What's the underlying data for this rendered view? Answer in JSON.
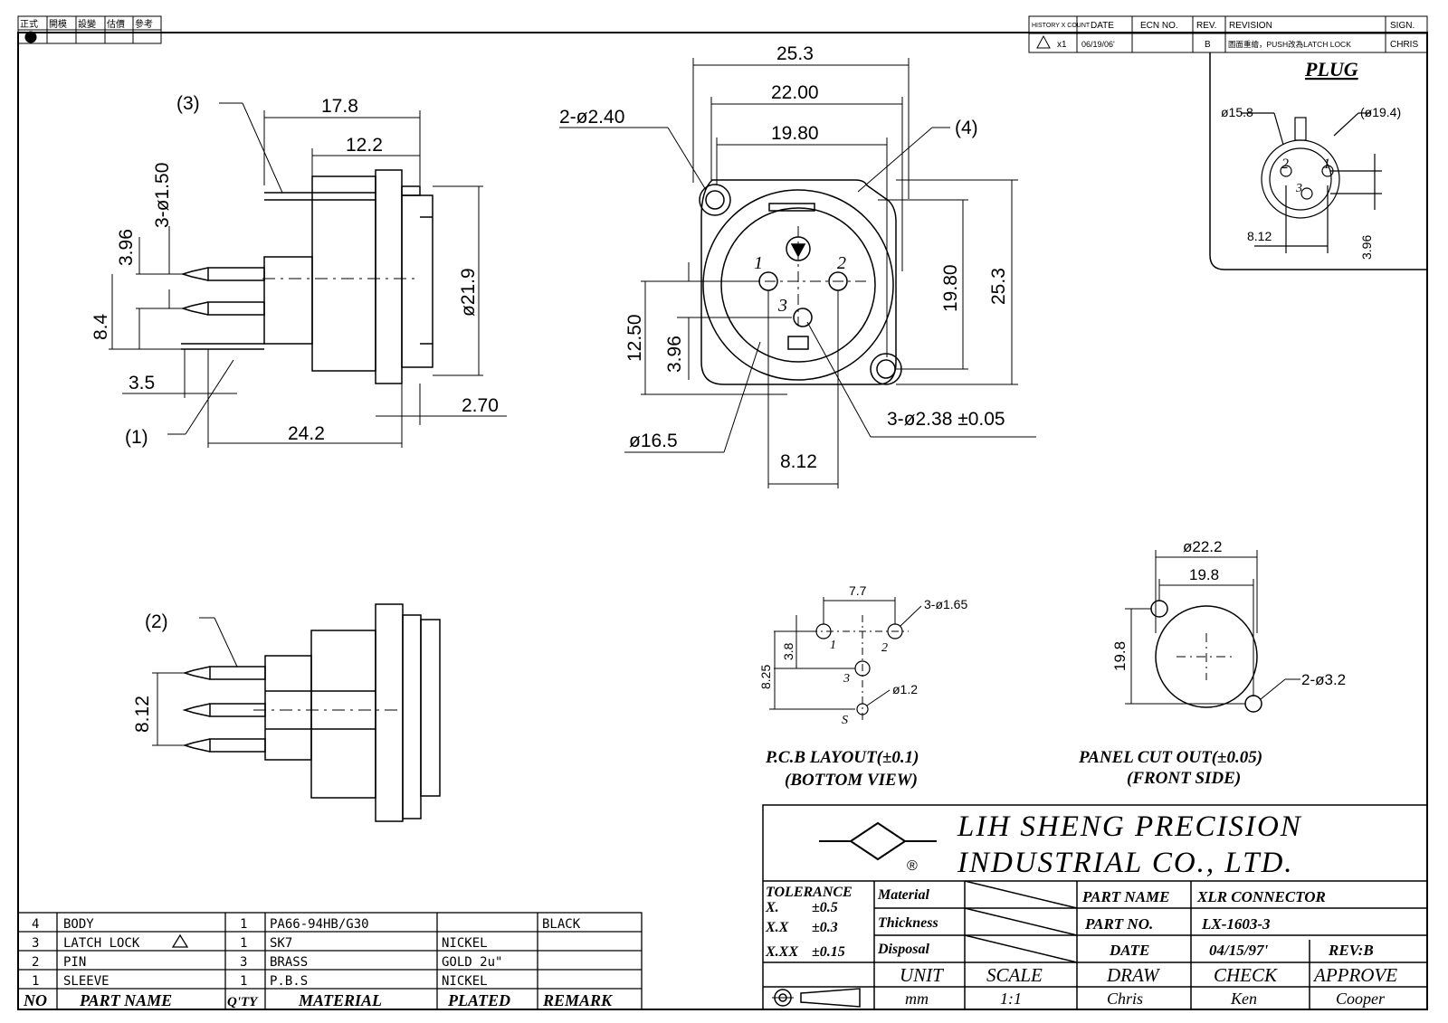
{
  "corner_stamp": {
    "headers": [
      "正式",
      "開模",
      "設變",
      "估價",
      "參考"
    ]
  },
  "history": {
    "headers": [
      "HISTORY X COUNT",
      "DATE",
      "ECN NO.",
      "REV.",
      "REVISION",
      "SIGN."
    ],
    "row": {
      "count": "x1",
      "date": "06/19/06'",
      "ecn": "",
      "rev": "B",
      "revision": "圖面重繪，PUSH改為LATCH LOCK",
      "sign": "CHRIS"
    }
  },
  "plug": {
    "title": "PLUG",
    "d1": "ø15.8",
    "d2": "(ø19.4)",
    "pitch": "8.12",
    "offset": "3.96",
    "pins": [
      "2",
      "1",
      "3"
    ]
  },
  "side_view": {
    "callout3": "(3)",
    "callout1": "(1)",
    "dim_17_8": "17.8",
    "dim_12_2": "12.2",
    "dim_hole": "3-ø1.50",
    "dim_3_96": "3.96",
    "dim_8_4": "8.4",
    "dim_dia": "ø21.9",
    "dim_3_5": "3.5",
    "dim_2_70": "2.70",
    "dim_24_2": "24.2"
  },
  "front_view": {
    "dim_25_3_top": "25.3",
    "dim_22_00": "22.00",
    "dim_19_80_top": "19.80",
    "dim_holes": "2-ø2.40",
    "callout4": "(4)",
    "dim_19_80_side": "19.80",
    "dim_25_3_side": "25.3",
    "dim_12_50": "12.50",
    "dim_3_96": "3.96",
    "dim_pin_holes": "3-ø2.38 ±0.05",
    "dim_16_5": "ø16.5",
    "dim_8_12": "8.12",
    "pins": [
      "1",
      "2",
      "3"
    ]
  },
  "bottom_view": {
    "callout2": "(2)",
    "dim_8_12": "8.12"
  },
  "pcb_layout": {
    "dim_7_7": "7.7",
    "dim_holes": "3-ø1.65",
    "dim_3_8": "3.8",
    "dim_8_25": "8.25",
    "dim_s": "ø1.2",
    "pins": [
      "1",
      "2",
      "3",
      "S"
    ],
    "title": "P.C.B LAYOUT(±0.1)",
    "subtitle": "(BOTTOM VIEW)"
  },
  "panel_cutout": {
    "dim_22_2": "ø22.2",
    "dim_19_8_top": "19.8",
    "dim_19_8_side": "19.8",
    "dim_holes": "2-ø3.2",
    "title": "PANEL CUT OUT(±0.05)",
    "subtitle": "(FRONT SIDE)"
  },
  "bom": {
    "headers": [
      "NO",
      "PART NAME",
      "Q'TY",
      "MATERIAL",
      "PLATED",
      "REMARK"
    ],
    "rows": [
      {
        "no": "4",
        "name": "BODY",
        "qty": "1",
        "material": "PA66-94HB/G30",
        "plated": "",
        "remark": "BLACK"
      },
      {
        "no": "3",
        "name": "LATCH LOCK",
        "qty": "1",
        "material": "SK7",
        "plated": "NICKEL",
        "remark": ""
      },
      {
        "no": "2",
        "name": "PIN",
        "qty": "3",
        "material": "BRASS",
        "plated": "GOLD 2u\"",
        "remark": ""
      },
      {
        "no": "1",
        "name": "SLEEVE",
        "qty": "1",
        "material": "P.B.S",
        "plated": "NICKEL",
        "remark": ""
      }
    ]
  },
  "title_block": {
    "company_line1": "LIH SHENG PRECISION",
    "company_line2": "INDUSTRIAL CO., LTD.",
    "registered": "®",
    "tolerance_label": "TOLERANCE",
    "tol": [
      {
        "k": "X.",
        "v": "±0.5"
      },
      {
        "k": "X.X",
        "v": "±0.3"
      },
      {
        "k": "X.XX",
        "v": "±0.15"
      }
    ],
    "material_label": "Material",
    "thickness_label": "Thickness",
    "disposal_label": "Disposal",
    "part_name_label": "PART NAME",
    "part_name": "XLR CONNECTOR",
    "part_no_label": "PART NO.",
    "part_no": "LX-1603-3",
    "date_label": "DATE",
    "date": "04/15/97'",
    "rev": "REV:B",
    "unit_label": "UNIT",
    "unit": "mm",
    "scale_label": "SCALE",
    "scale": "1:1",
    "draw_label": "DRAW",
    "draw": "Chris",
    "check_label": "CHECK",
    "check": "Ken",
    "approve_label": "APPROVE",
    "approve": "Cooper"
  }
}
